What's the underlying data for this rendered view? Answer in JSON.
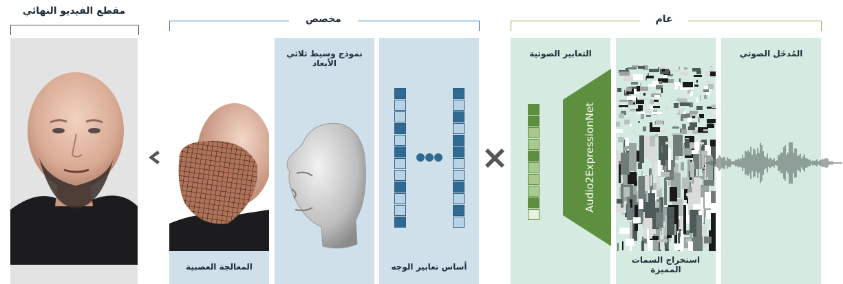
{
  "headers": {
    "final_video": "مقطع الفيديو النهائي",
    "custom": "مخصص",
    "general": "عام"
  },
  "panels": {
    "neural_rendering": {
      "footer": "المعالجة العصبية"
    },
    "mesh_3d": {
      "title": "نموذج وسيط ثلاثي الأبعاد"
    },
    "expression_basis": {
      "footer": "أساس تعابير الوجه"
    },
    "audio_expressions": {
      "title": "التعابير الصوتية"
    },
    "feature_extraction": {
      "footer": "استخراج السمات المميزة"
    },
    "audio_input": {
      "title": "المُدخَل الصوتي"
    }
  },
  "network_label": "Audio2ExpressionNet",
  "operators": {
    "output_arrow": "chevron-left-icon",
    "combine": "multiply-icon",
    "ellipsis": "ellipsis-icon"
  },
  "colors": {
    "custom_bracket": "#3a7ca5",
    "general_bracket": "#9aa85a",
    "blue_panel": "#cfe0ea",
    "green_panel": "#d5ebe1",
    "network_green": "#5e8f3e",
    "basis_dark": "#2e6a92"
  },
  "basis_vectors": {
    "left": [
      1,
      0,
      0,
      1,
      0,
      1,
      0,
      0,
      1,
      0,
      0,
      1
    ],
    "right": [
      1,
      0,
      1,
      0,
      1,
      1,
      0,
      0,
      1,
      0,
      1,
      0
    ]
  },
  "audio_expression_vector": [
    2,
    2,
    1,
    1,
    2,
    1,
    1,
    1,
    2,
    0
  ]
}
